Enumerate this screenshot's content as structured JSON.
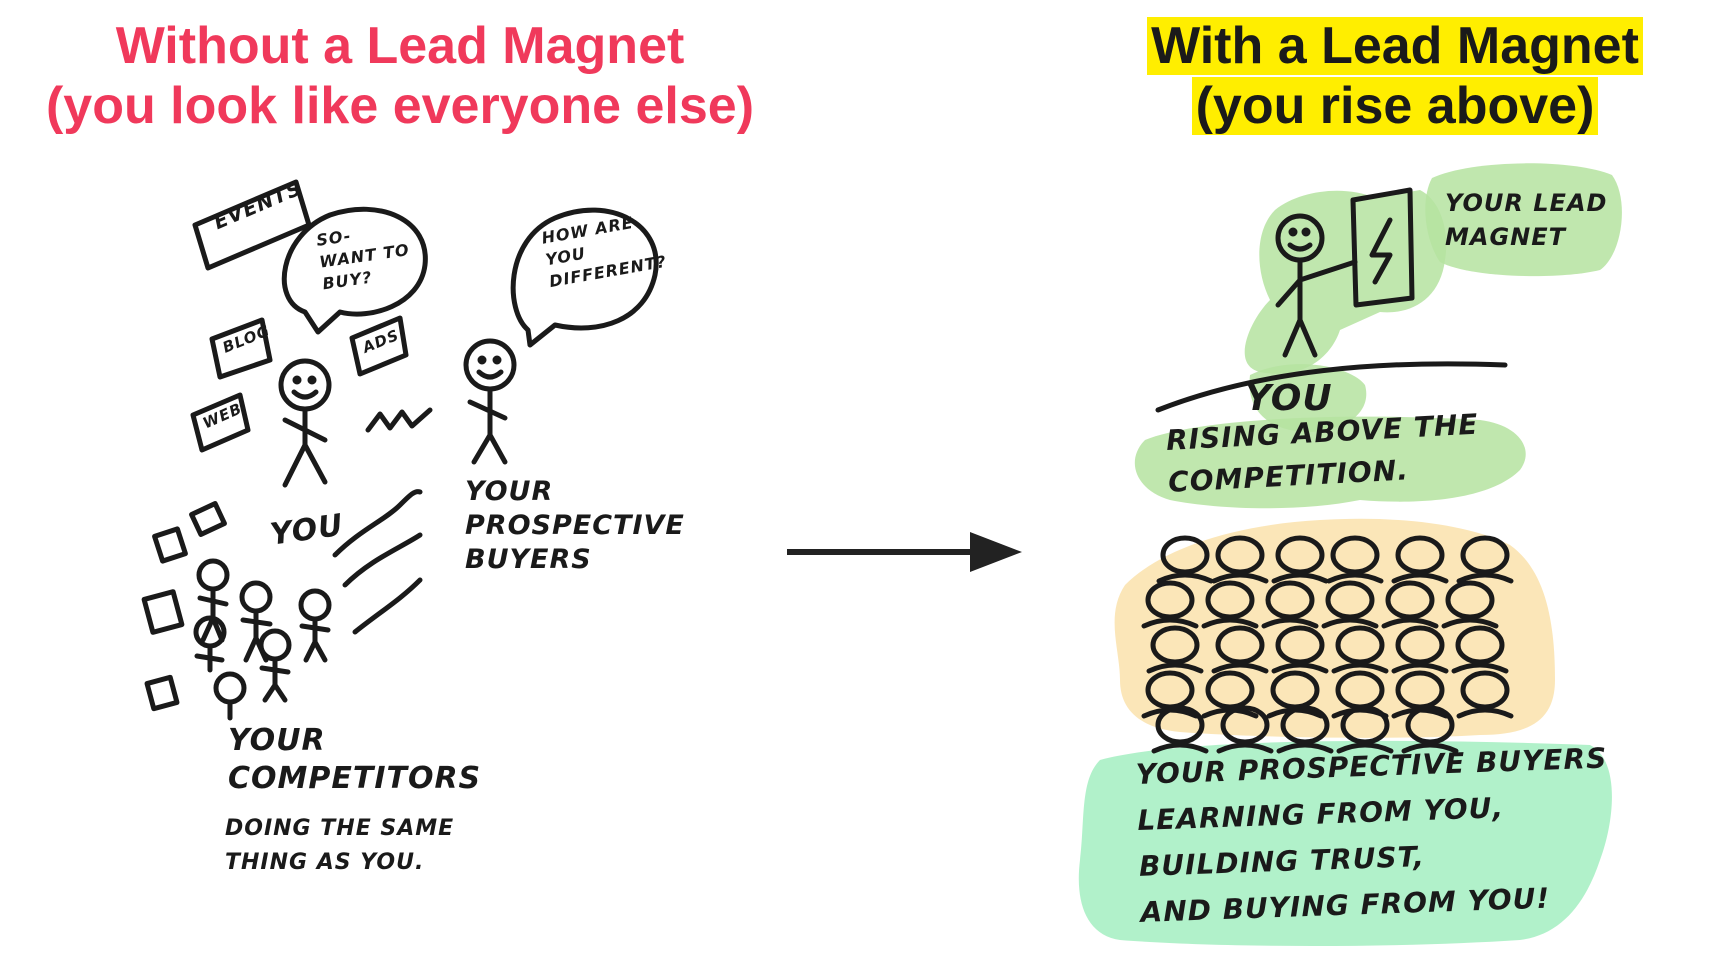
{
  "colors": {
    "left_title": "#f0395b",
    "right_title_text": "#1a1a1a",
    "right_title_highlight": "#ffee00",
    "green_blob": "#b5e3a0",
    "yellow_blob": "#fbe3b0",
    "mint_blob": "#a8f0c4",
    "ink": "#1a1a1a",
    "arrow": "#222222"
  },
  "left": {
    "title_line1": "Without a Lead Magnet",
    "title_line2": "(you look like everyone else)",
    "signs": [
      "EVENTS",
      "BLOG",
      "WEB",
      "ADS"
    ],
    "you_speech": "SO-\nWANT TO\nBUY?",
    "buyer_speech": "HOW ARE\nYOU\nDIFFERENT?",
    "you_label": "YOU",
    "buyers_label": "YOUR\nPROSPECTIVE\nBUYERS",
    "competitors_label": "YOUR\nCOMPETITORS",
    "competitors_note": "DOING THE SAME\nTHING AS YOU."
  },
  "right": {
    "title_line1": "With a Lead Magnet",
    "title_line2": "(you rise above)",
    "lead_magnet_label": "YOUR LEAD\nMAGNET",
    "you_label": "YOU",
    "rising_label": "RISING ABOVE THE\nCOMPETITION.",
    "buyers_label": "YOUR PROSPECTIVE BUYERS\nLEARNING FROM YOU,\nBUILDING TRUST,\nAND BUYING FROM YOU!"
  }
}
